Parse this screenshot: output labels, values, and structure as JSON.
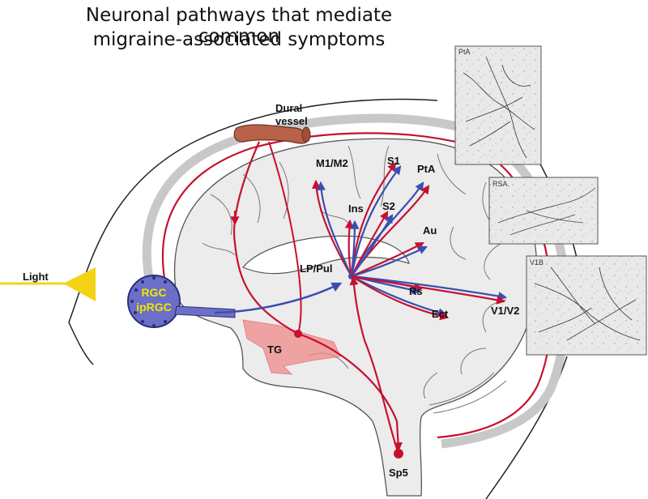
{
  "title": {
    "line1": "Neuronal pathways that mediate common",
    "line2": "migraine-associated symptoms"
  },
  "labels": {
    "dural_vessel_line1": "Dural",
    "dural_vessel_line2": "vessel",
    "light": "Light",
    "rgc": "RGC",
    "iprgc": "ipRGC",
    "tg": "TG",
    "sp5": "Sp5",
    "lp_pul": "LP/Pul",
    "m1m2": "M1/M2",
    "s1": "S1",
    "pta": "PtA",
    "ins": "Ins",
    "s2": "S2",
    "au": "Au",
    "rs": "Rs",
    "ect": "Ect",
    "v1v2": "V1/V2"
  },
  "panels": {
    "pta": "PtA",
    "rsa": "RSA.",
    "v1b": "V1B"
  },
  "colors": {
    "red_pathway": "#c8102e",
    "blue_pathway": "#3a4db0",
    "light_yellow": "#f2d316",
    "eye_fill": "#6b6fc7",
    "eye_text": "#f2e600",
    "dura_gray": "#c8c8c8",
    "brain_fill": "#ececec",
    "tg_pink": "#f08a8a",
    "vessel_brown": "#b8624a"
  }
}
